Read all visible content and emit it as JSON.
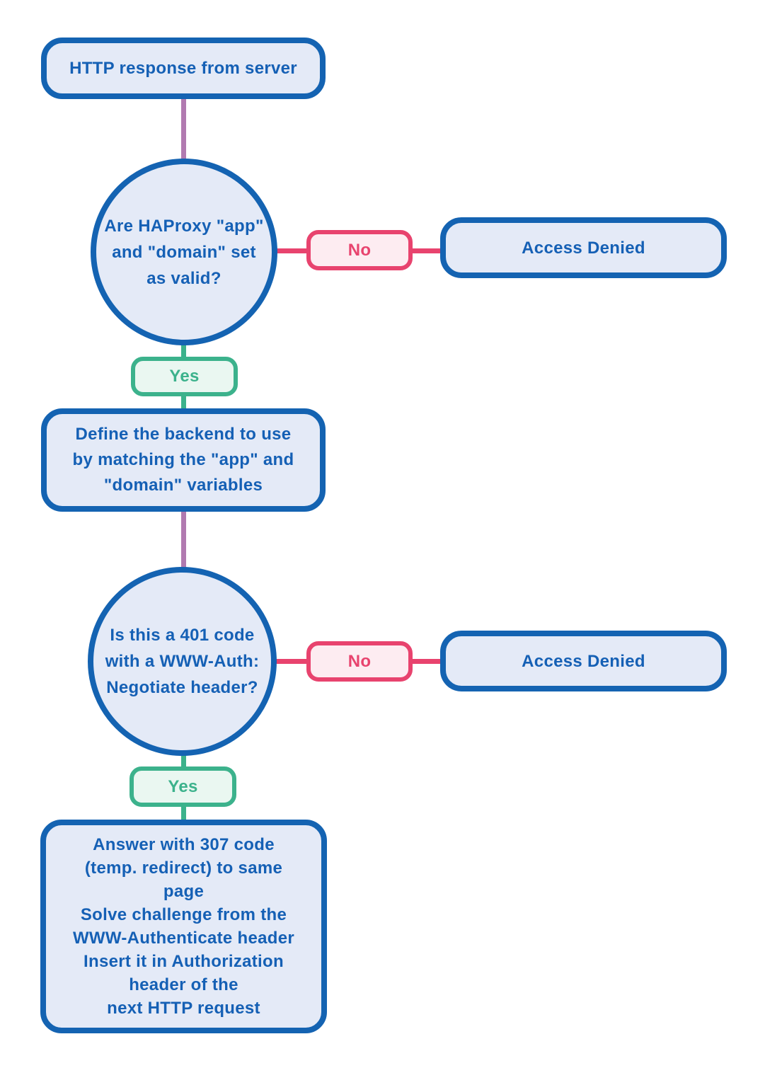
{
  "colors": {
    "blue_border": "#1463b2",
    "blue_fill": "#e4eaf7",
    "blue_text": "#1560b5",
    "pink_border": "#e8436e",
    "pink_fill": "#fdecf1",
    "green_border": "#3cb28c",
    "green_fill": "#eaf7f1",
    "purple_line": "#b17ab0",
    "page_bg": "#ffffff"
  },
  "nodes": {
    "start": {
      "label": "HTTP response from server"
    },
    "decision1": {
      "lines": [
        "Are HAProxy \"app\"",
        "and \"domain\" set",
        "as valid?"
      ]
    },
    "no1": {
      "label": "No"
    },
    "access_denied1": {
      "label": "Access Denied"
    },
    "yes1": {
      "label": "Yes"
    },
    "define_backend": {
      "lines": [
        "Define the backend to use",
        "by matching the \"app\" and",
        "\"domain\" variables"
      ]
    },
    "decision2": {
      "lines": [
        "Is this a 401 code",
        "with a WWW-Auth:",
        "Negotiate header?"
      ]
    },
    "no2": {
      "label": "No"
    },
    "access_denied2": {
      "label": "Access Denied"
    },
    "yes2": {
      "label": "Yes"
    },
    "final": {
      "lines": [
        "Answer with 307 code",
        "(temp. redirect) to same",
        "page",
        "Solve challenge from the",
        "WWW-Authenticate header",
        "Insert it in Authorization",
        "header of the",
        "next HTTP request"
      ]
    }
  }
}
